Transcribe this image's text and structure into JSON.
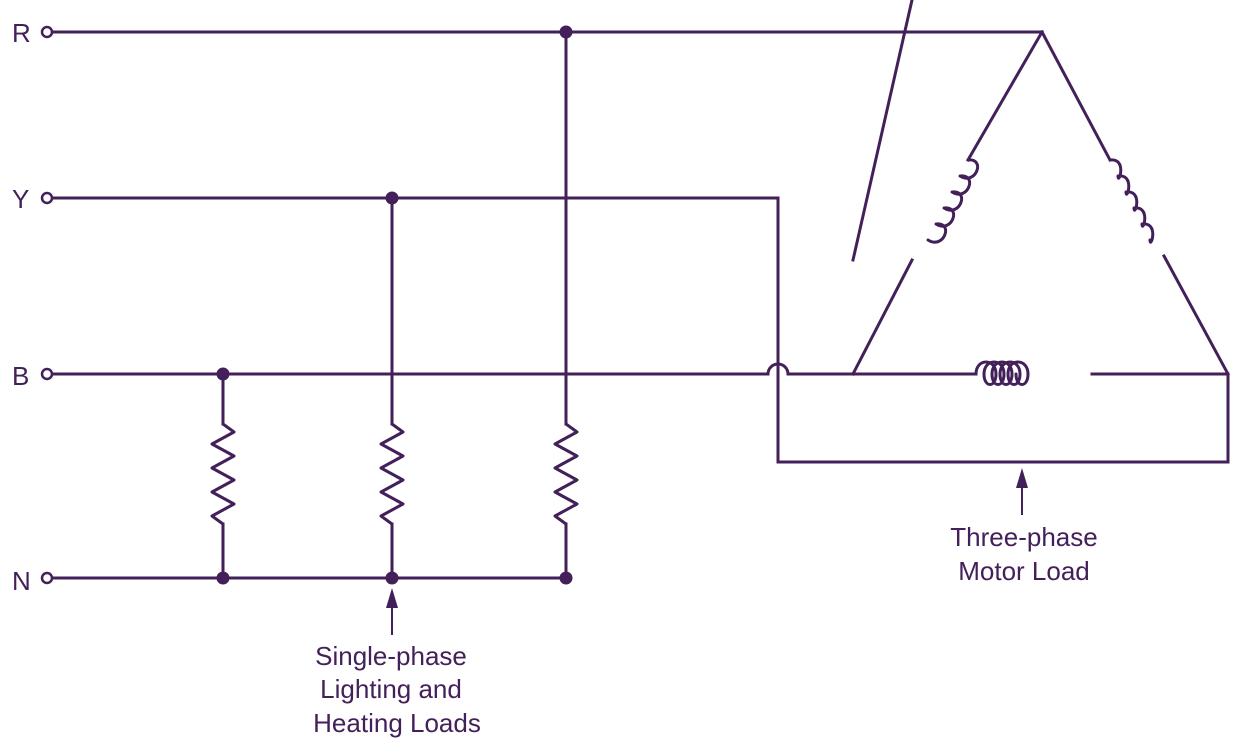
{
  "colors": {
    "ink": "#43205a",
    "background": "#ffffff"
  },
  "lines": {
    "r": "R",
    "y": "Y",
    "b": "B",
    "n": "N"
  },
  "captions": {
    "single_phase": [
      "Single-phase",
      "Lighting and",
      "Heating Loads"
    ],
    "three_phase": [
      "Three-phase",
      "Motor Load"
    ]
  }
}
